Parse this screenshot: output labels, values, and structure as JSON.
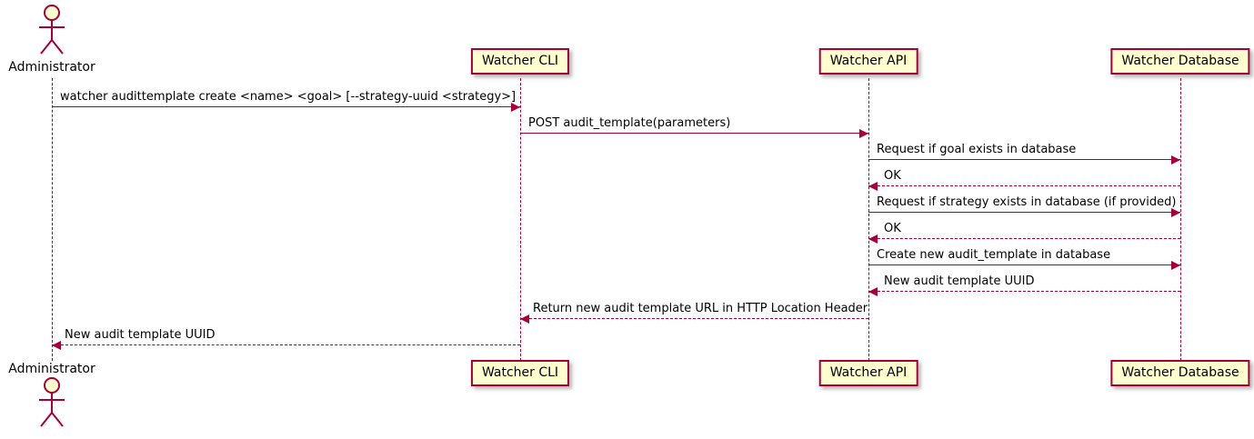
{
  "diagram": {
    "type": "sequence-diagram",
    "colors": {
      "participant_fill": "#FEFECE",
      "participant_border": "#A80036",
      "lifeline": "#A80036",
      "arrow": "#A80036",
      "text": "#000000",
      "background": "#FFFFFF"
    },
    "participants": [
      {
        "id": "administrator",
        "kind": "actor",
        "label": "Administrator"
      },
      {
        "id": "watcher-cli",
        "kind": "participant",
        "label": "Watcher CLI"
      },
      {
        "id": "watcher-api",
        "kind": "participant",
        "label": "Watcher API"
      },
      {
        "id": "watcher-database",
        "kind": "participant",
        "label": "Watcher Database"
      }
    ],
    "messages": [
      {
        "from": "Administrator",
        "to": "Watcher CLI",
        "style": "solid",
        "label": "watcher audittemplate create <name> <goal> [--strategy-uuid <strategy>]"
      },
      {
        "from": "Watcher CLI",
        "to": "Watcher API",
        "style": "solid",
        "label": "POST audit_template(parameters)"
      },
      {
        "from": "Watcher API",
        "to": "Watcher Database",
        "style": "solid",
        "label": "Request if goal exists in database"
      },
      {
        "from": "Watcher Database",
        "to": "Watcher API",
        "style": "dashed",
        "label": "OK"
      },
      {
        "from": "Watcher API",
        "to": "Watcher Database",
        "style": "solid",
        "label": "Request if strategy exists in database (if provided)"
      },
      {
        "from": "Watcher Database",
        "to": "Watcher API",
        "style": "dashed",
        "label": "OK"
      },
      {
        "from": "Watcher API",
        "to": "Watcher Database",
        "style": "solid",
        "label": "Create new audit_template in database"
      },
      {
        "from": "Watcher Database",
        "to": "Watcher API",
        "style": "dashed",
        "label": "New audit template UUID"
      },
      {
        "from": "Watcher API",
        "to": "Watcher CLI",
        "style": "dashed",
        "label": "Return new audit template URL in HTTP Location Header"
      },
      {
        "from": "Watcher CLI",
        "to": "Administrator",
        "style": "dashed",
        "label": "New audit template UUID"
      }
    ]
  }
}
